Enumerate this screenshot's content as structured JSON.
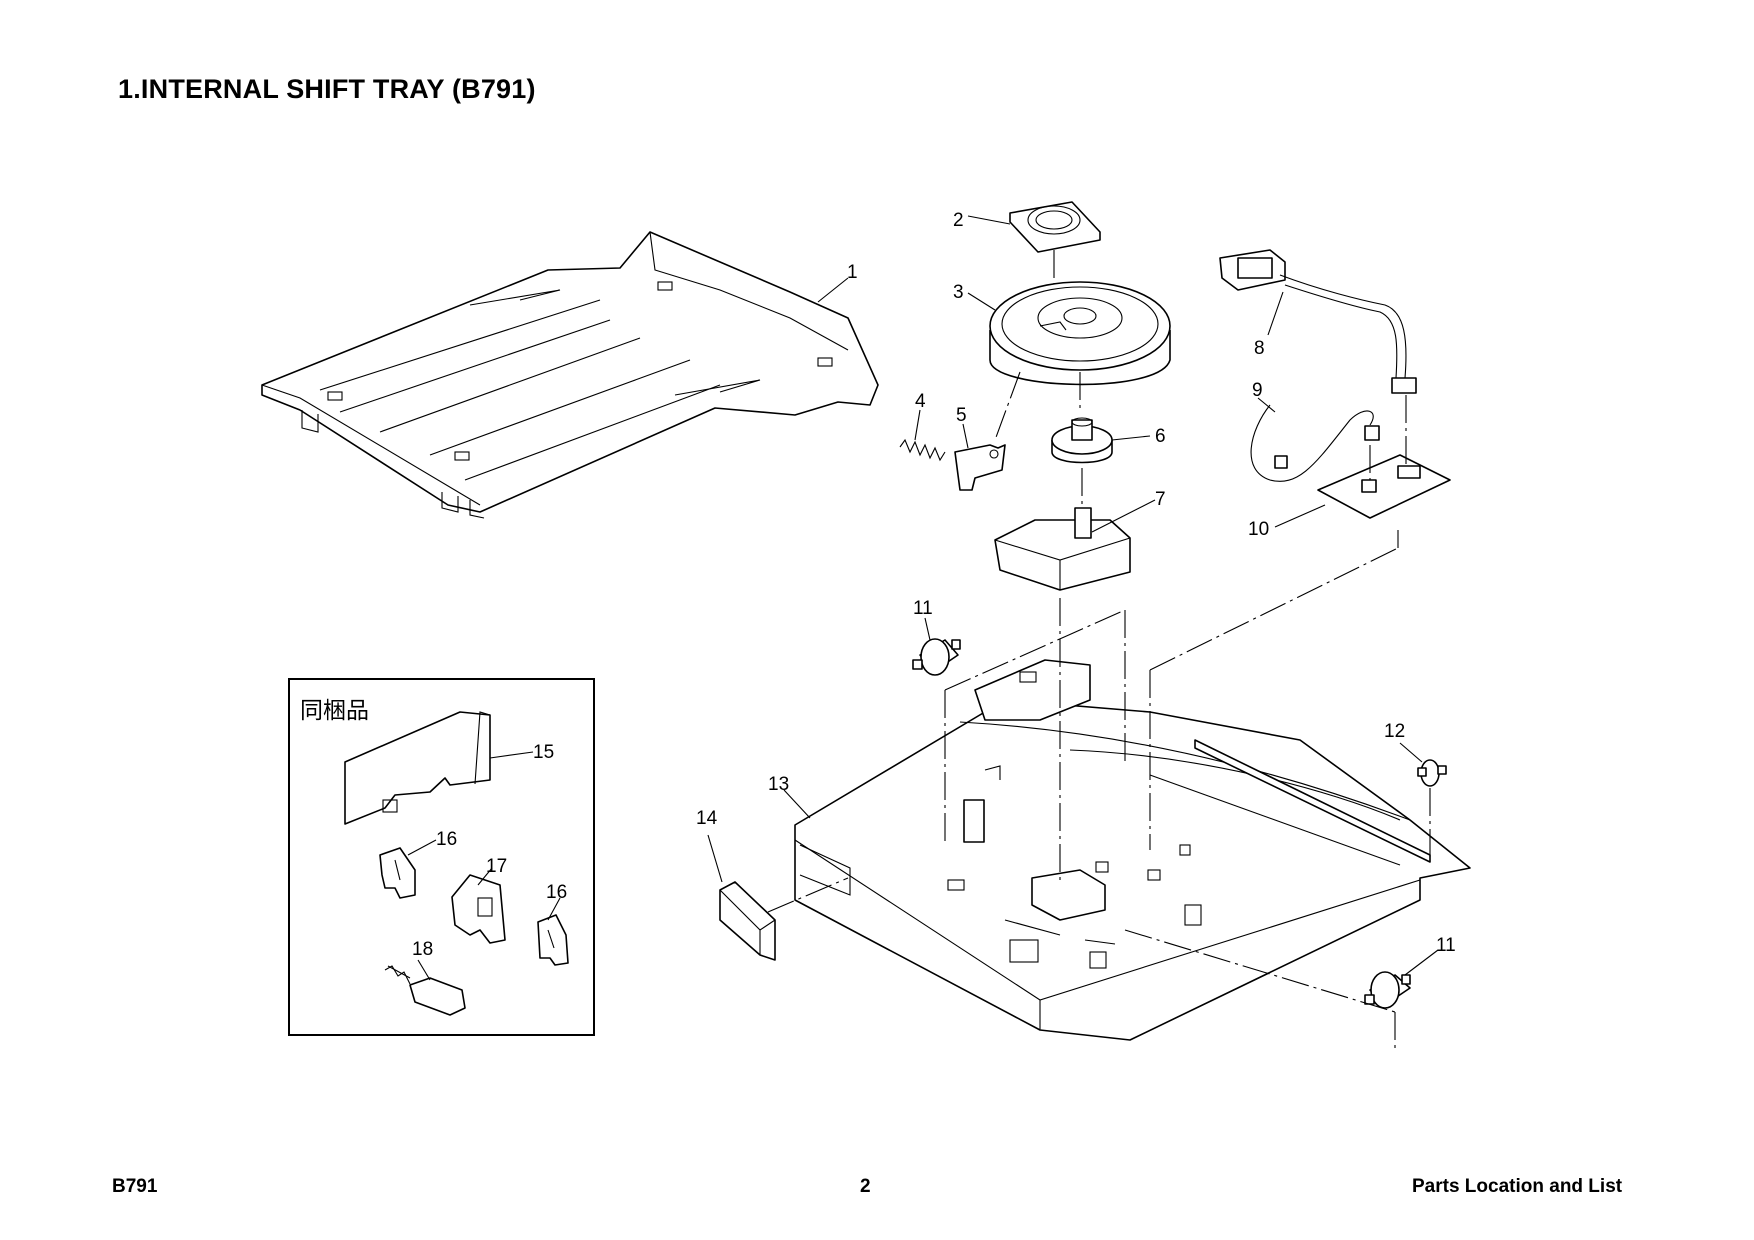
{
  "page": {
    "title": "1.INTERNAL SHIFT TRAY (B791)",
    "footer_left": "B791",
    "footer_center": "2",
    "footer_right": "Parts Location and List"
  },
  "diagram": {
    "accessory_box_title": "同梱品",
    "callouts": [
      "1",
      "2",
      "3",
      "4",
      "5",
      "6",
      "7",
      "8",
      "9",
      "10",
      "11",
      "11",
      "12",
      "13",
      "14",
      "15",
      "16",
      "16",
      "17",
      "18"
    ]
  }
}
